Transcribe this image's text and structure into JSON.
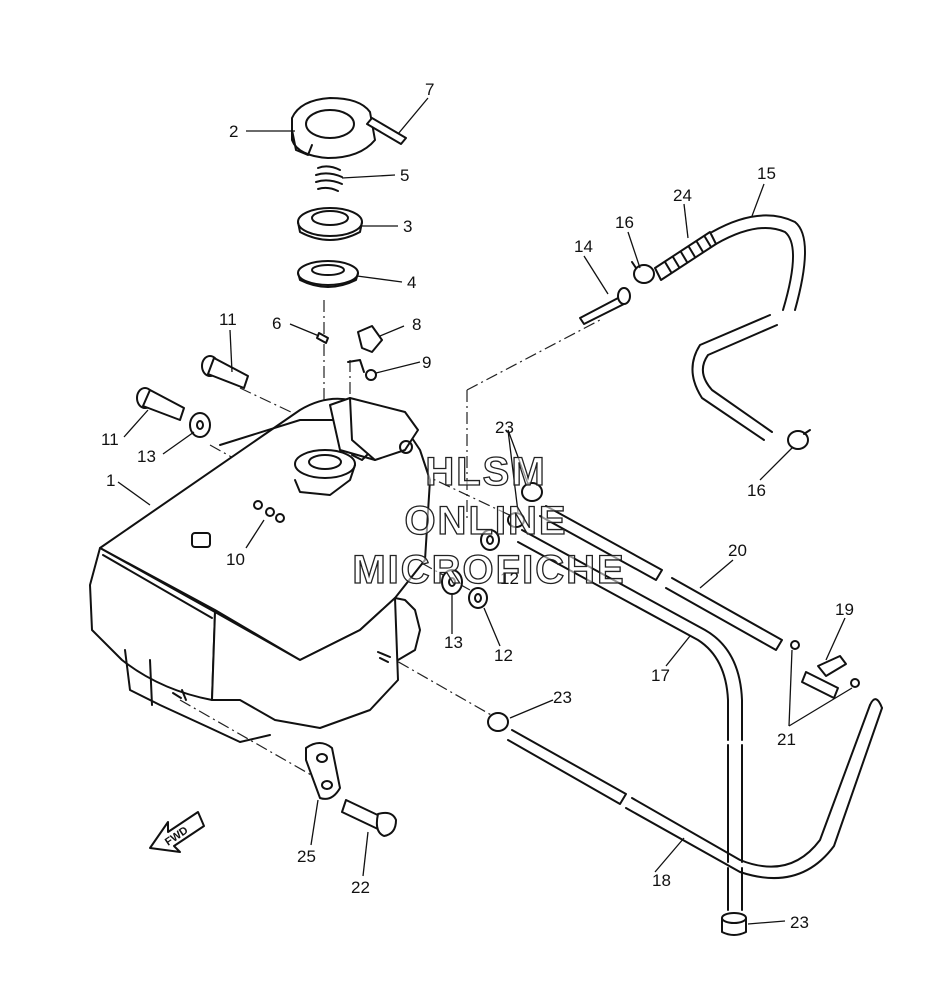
{
  "labels": {
    "l1": "1",
    "l2": "2",
    "l3": "3",
    "l4": "4",
    "l5": "5",
    "l6": "6",
    "l7": "7",
    "l8": "8",
    "l9": "9",
    "l10": "10",
    "l11a": "11",
    "l11b": "11",
    "l12a": "12",
    "l12b": "12",
    "l13a": "13",
    "l13b": "13",
    "l14": "14",
    "l15": "15",
    "l16a": "16",
    "l16b": "16",
    "l17": "17",
    "l18": "18",
    "l19": "19",
    "l20": "20",
    "l21": "21",
    "l22": "22",
    "l23a": "23",
    "l23b": "23",
    "l23c": "23",
    "l24": "24",
    "l25": "25"
  },
  "watermark": {
    "line1": "HLSM",
    "line2": "ONLINE",
    "line3": "MICROFICHE"
  },
  "fwd_arrow": {
    "text": "FWD"
  }
}
